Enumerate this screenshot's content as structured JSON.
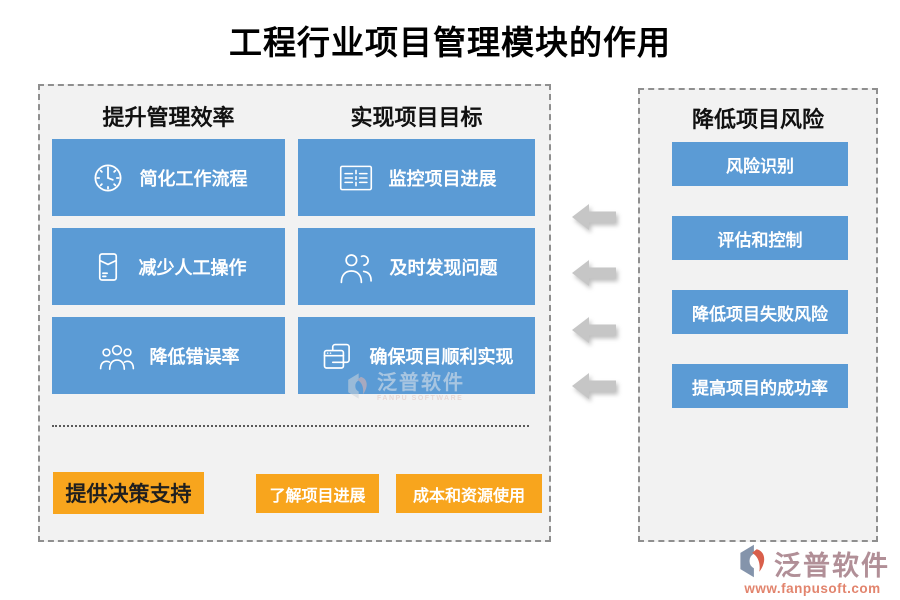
{
  "title": "工程行业项目管理模块的作用",
  "left_panel": {
    "columns": [
      {
        "header": "提升管理效率",
        "items": [
          {
            "label": "简化工作流程",
            "icon": "clock-icon"
          },
          {
            "label": "减少人工操作",
            "icon": "envelope-icon"
          },
          {
            "label": "降低错误率",
            "icon": "people-group-icon"
          }
        ]
      },
      {
        "header": "实现项目目标",
        "items": [
          {
            "label": "监控项目进展",
            "icon": "report-icon"
          },
          {
            "label": "及时发现问题",
            "icon": "two-people-icon"
          },
          {
            "label": "确保项目顺利实现",
            "icon": "stacked-windows-icon"
          }
        ]
      }
    ],
    "bottom_buttons": [
      {
        "label": "提供决策支持"
      },
      {
        "label": "了解项目进展"
      },
      {
        "label": "成本和资源使用"
      }
    ]
  },
  "right_panel": {
    "header": "降低项目风险",
    "items": [
      "风险识别",
      "评估和控制",
      "降低项目失败风险",
      "提高项目的成功率"
    ]
  },
  "arrows": {
    "count": 4,
    "direction": "left"
  },
  "watermark": {
    "brand": "泛普软件",
    "brand_sub": "FANPU SOFTWARE"
  },
  "footer": {
    "brand": "泛普软件",
    "url": "www.fanpusoft.com"
  },
  "colors": {
    "accent_blue": "#5B9BD5",
    "accent_orange": "#F8A51D",
    "panel_bg": "#F2F2F2",
    "arrow_gray": "#C6C6C6"
  }
}
